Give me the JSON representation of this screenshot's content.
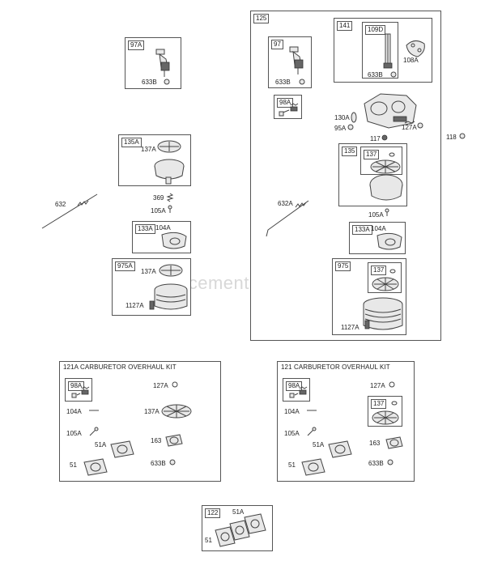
{
  "watermark": "eReplacementParts.com",
  "boxes": {
    "b97A": {
      "tag": "97A"
    },
    "b125": {
      "tag": "125"
    },
    "b97": {
      "tag": "97"
    },
    "b141": {
      "tag": "141"
    },
    "b109D": {
      "tag": "109D"
    },
    "b98A": {
      "tag": "98A"
    },
    "b135A": {
      "tag": "135A"
    },
    "b133A_left": {
      "tag": "133A"
    },
    "b975A": {
      "tag": "975A"
    },
    "b135": {
      "tag": "135"
    },
    "b137_in135": {
      "tag": "137"
    },
    "b133A_right": {
      "tag": "133A"
    },
    "b975": {
      "tag": "975"
    },
    "b137_in975": {
      "tag": "137"
    },
    "kit121A": {
      "title": "121A CARBURETOR OVERHAUL KIT"
    },
    "kit121A_98A": {
      "tag": "98A"
    },
    "kit121": {
      "title": "121 CARBURETOR OVERHAUL KIT"
    },
    "kit121_98A": {
      "tag": "98A"
    },
    "kit121_137": {
      "tag": "137"
    },
    "b122": {
      "tag": "122"
    }
  },
  "labels": {
    "l633B_a": "633B",
    "l633B_b": "633B",
    "l633B_c": "633B",
    "l108A": "108A",
    "l130A": "130A",
    "l95A": "95A",
    "l127A": "127A",
    "l117": "117",
    "l118": "118",
    "l137A_a": "137A",
    "l632": "632",
    "l369": "369",
    "l105A_a": "105A",
    "l104A_a": "104A",
    "l137A_b": "137A",
    "l1127A_a": "1127A",
    "l632A": "632A",
    "l105A_b": "105A",
    "l104A_b": "104A",
    "l1127A_b": "1127A",
    "k1_127A": "127A",
    "k1_104A": "104A",
    "k1_137A": "137A",
    "k1_105A": "105A",
    "k1_51A": "51A",
    "k1_163": "163",
    "k1_51": "51",
    "k1_633B": "633B",
    "k2_127A": "127A",
    "k2_104A": "104A",
    "k2_105A": "105A",
    "k2_51A": "51A",
    "k2_163": "163",
    "k2_51": "51",
    "k2_633B": "633B",
    "b122_51A": "51A",
    "b122_51": "51"
  }
}
